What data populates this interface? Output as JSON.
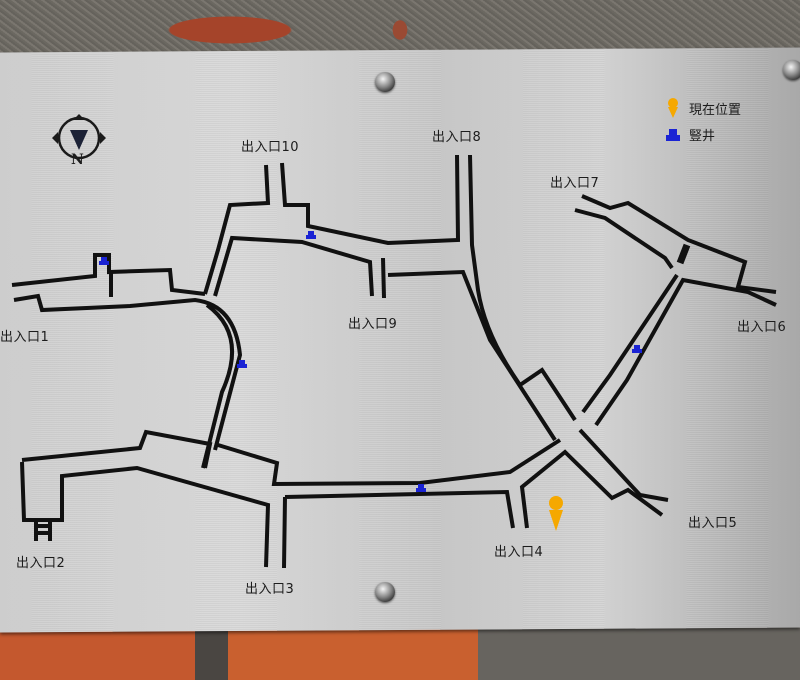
{
  "plaque": {
    "legend": [
      {
        "icon": "current-location-pin-icon",
        "color": "#f5a800",
        "label": "現在位置"
      },
      {
        "icon": "shaft-icon",
        "color": "#1a23d4",
        "label": "豎井"
      }
    ],
    "compass": {
      "icon": "north-compass-icon",
      "label": "N"
    },
    "exits": [
      {
        "id": 1,
        "label": "出入口1"
      },
      {
        "id": 2,
        "label": "出入口2"
      },
      {
        "id": 3,
        "label": "出入口3"
      },
      {
        "id": 4,
        "label": "出入口4"
      },
      {
        "id": 5,
        "label": "出入口5"
      },
      {
        "id": 6,
        "label": "出入口6"
      },
      {
        "id": 7,
        "label": "出入口7"
      },
      {
        "id": 8,
        "label": "出入口8"
      },
      {
        "id": 9,
        "label": "出入口9"
      },
      {
        "id": 10,
        "label": "出入口10"
      }
    ],
    "shaft_count": 6,
    "colors": {
      "tunnel_line": "#111111",
      "shaft": "#1a23d4",
      "current_location": "#f5a800",
      "plate": "#d2d2d2"
    }
  }
}
